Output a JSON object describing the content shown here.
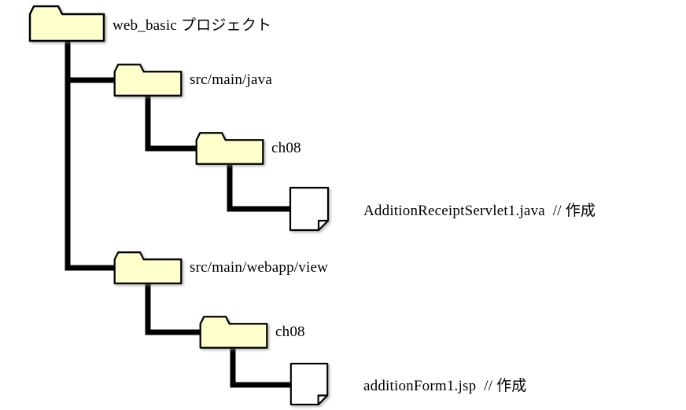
{
  "diagram": {
    "nodes": [
      {
        "id": "root",
        "type": "folder",
        "label": "web_basic プロジェクト"
      },
      {
        "id": "src-main-java",
        "type": "folder",
        "label": "src/main/java"
      },
      {
        "id": "ch08-java",
        "type": "folder",
        "label": "ch08"
      },
      {
        "id": "servlet-file",
        "type": "file",
        "label": "AdditionReceiptServlet1.java  // 作成"
      },
      {
        "id": "src-main-webapp-view",
        "type": "folder",
        "label": "src/main/webapp/view"
      },
      {
        "id": "ch08-view",
        "type": "folder",
        "label": "ch08"
      },
      {
        "id": "jsp-file",
        "type": "file",
        "label": "additionForm1.jsp  // 作成"
      }
    ],
    "colors": {
      "folder_fill": "#FFFFCC",
      "file_fill": "#FFFFFF",
      "outline": "#000000",
      "connector": "#000000"
    },
    "icon_names": {
      "folder": "folder-icon",
      "file": "document-icon"
    }
  }
}
